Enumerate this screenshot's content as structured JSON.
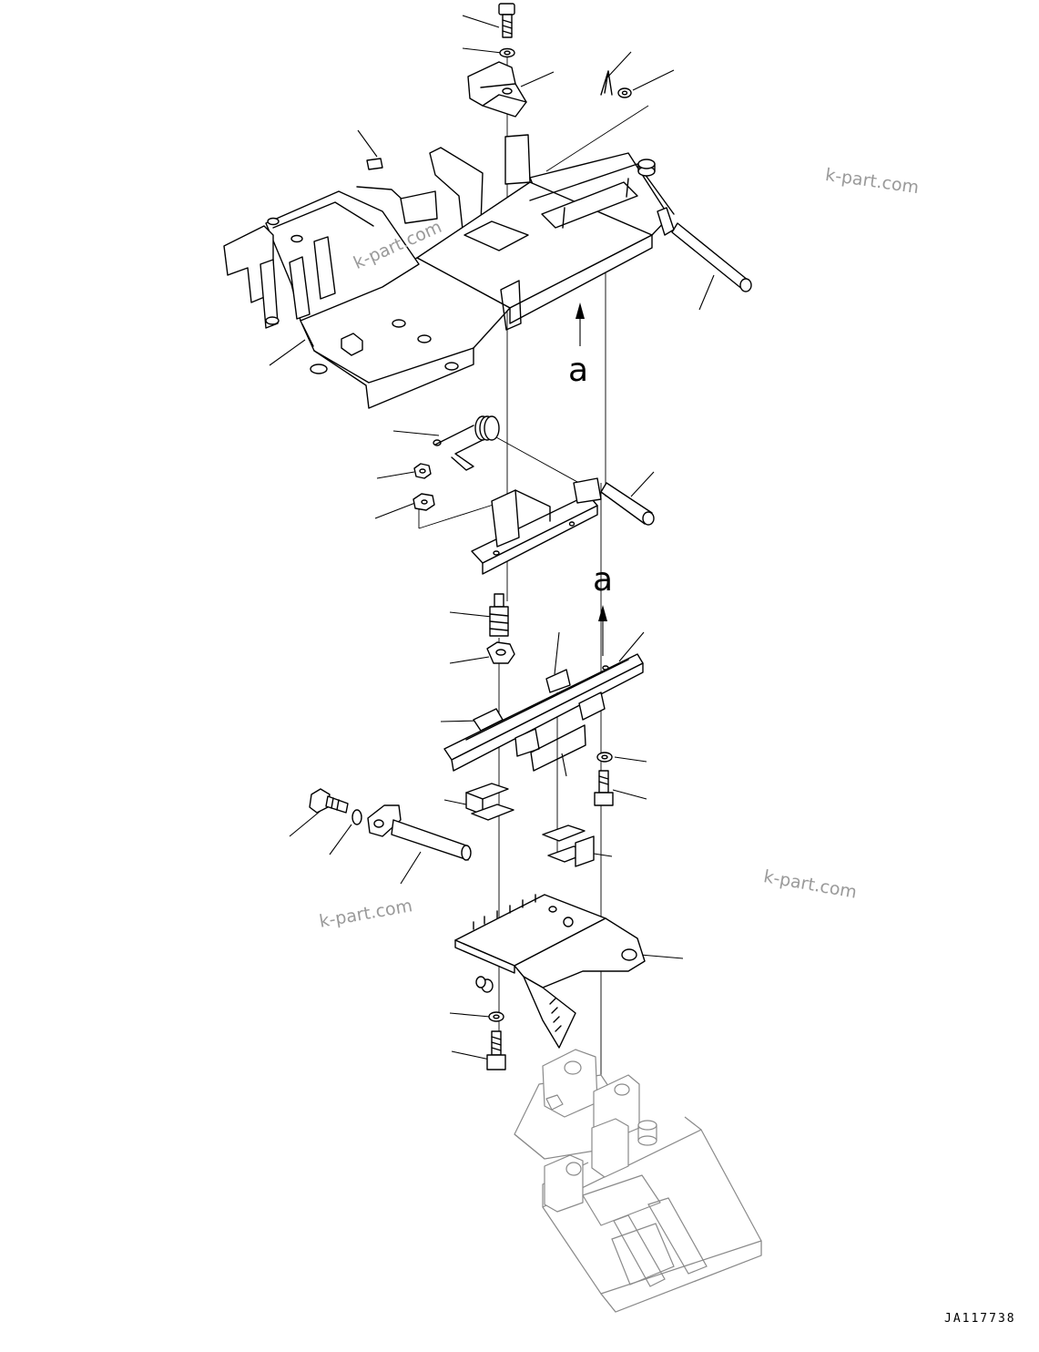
{
  "diagram": {
    "view_ref_label": "a",
    "drawing_code": "JA117738",
    "watermark": "k-part.com"
  }
}
